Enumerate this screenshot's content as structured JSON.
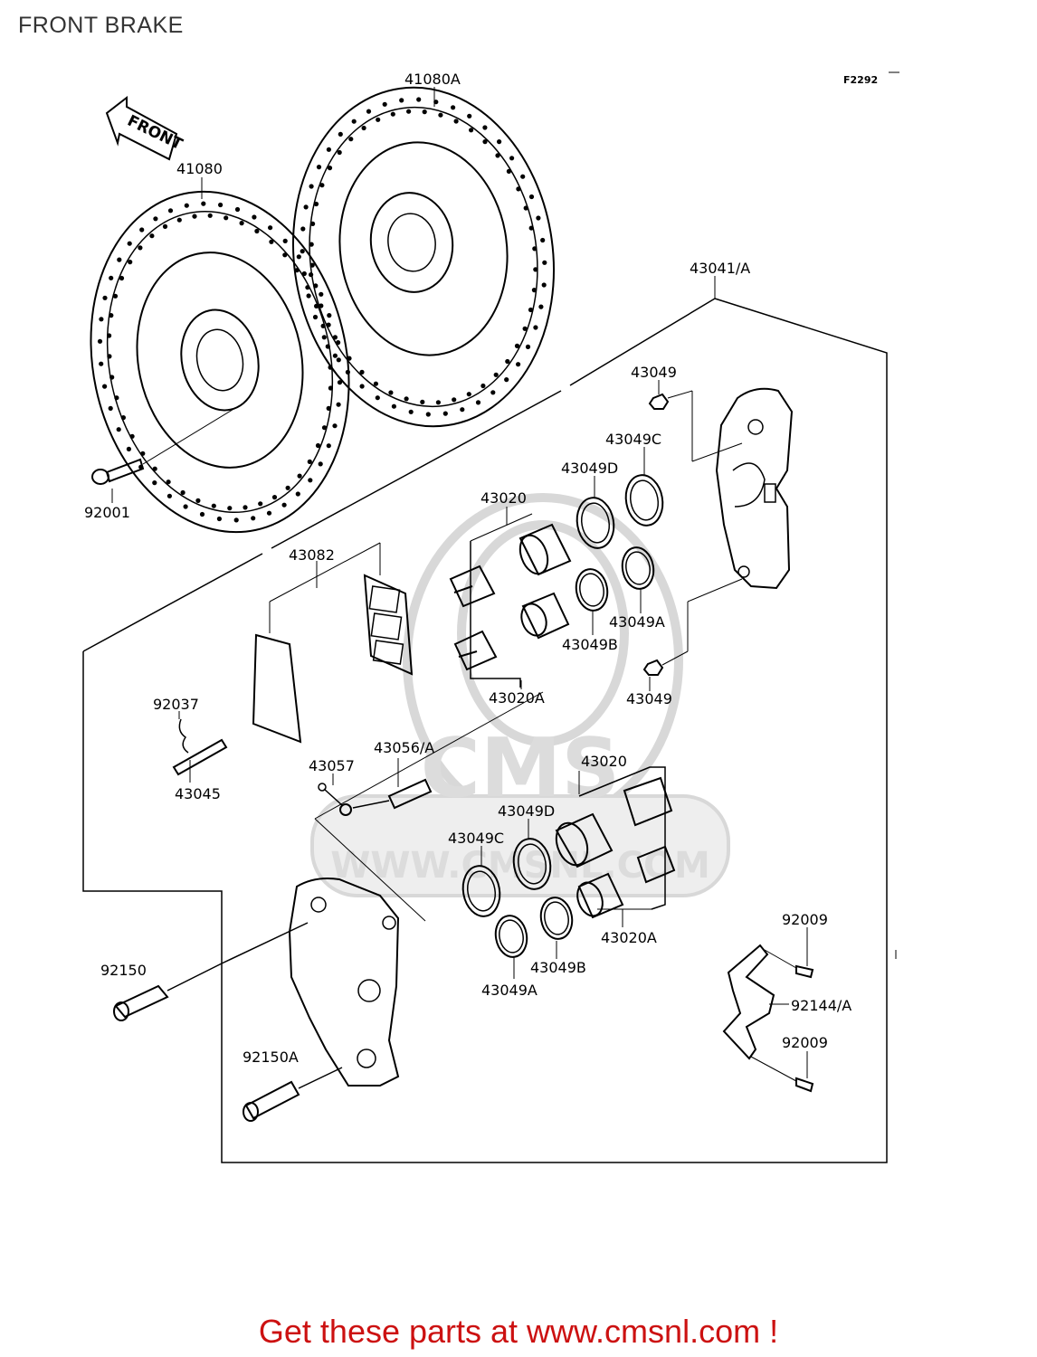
{
  "page": {
    "title": "FRONT BRAKE",
    "diagram_code": "F2292"
  },
  "direction_arrow": {
    "label": "FRONT"
  },
  "watermark": {
    "logo": "CMS",
    "url": "WWW.CMSNL.COM"
  },
  "callouts": {
    "disc_right": "41080A",
    "disc_left": "41080",
    "disc_bolt": "92001",
    "caliper_assy": "43041/A",
    "bleed_cap_top": "43049",
    "bleed_cap_bottom": "43049",
    "seal_c_upper": "43049C",
    "seal_d_upper": "43049D",
    "piston_upper": "43020",
    "seal_a_upper": "43049A",
    "seal_b_upper": "43049B",
    "piston_a_upper": "43020A",
    "pad_set": "43082",
    "clip": "92037",
    "pin": "43045",
    "bleed_cap": "43057",
    "bleed_valve": "43056/A",
    "piston_lower": "43020",
    "seal_d_lower": "43049D",
    "seal_c_lower": "43049C",
    "seal_b_lower": "43049B",
    "piston_a_lower": "43020A",
    "seal_a_lower": "43049A",
    "caliper_bolt": "92150",
    "caliper_bolt_a": "92150A",
    "screw_top": "92009",
    "plate": "92144/A",
    "screw_bottom": "92009"
  },
  "footer": {
    "cta": "Get these parts at www.cmsnl.com !",
    "color": "#cc1111"
  }
}
